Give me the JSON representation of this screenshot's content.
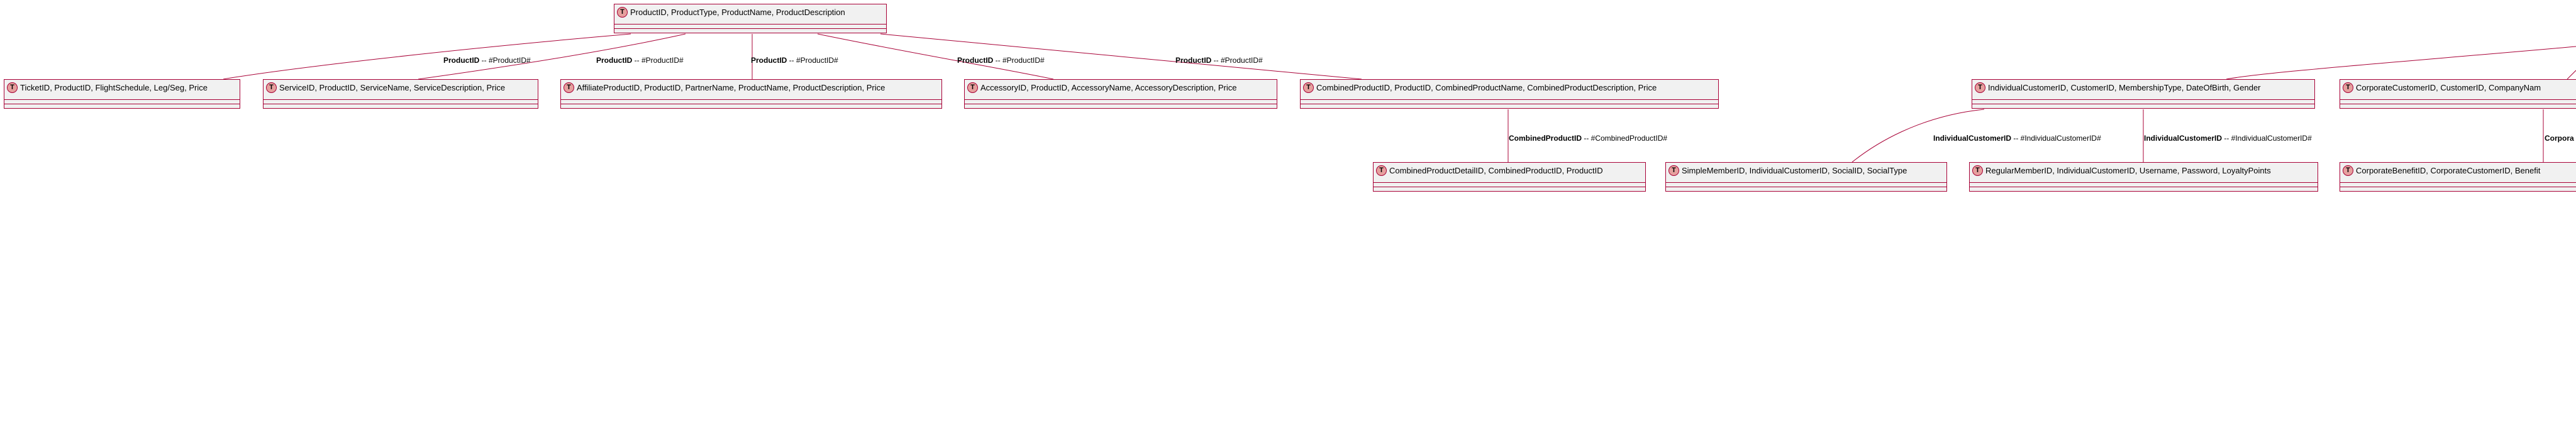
{
  "entities": [
    {
      "id": "product",
      "badge": "T",
      "title": "ProductID, ProductType, ProductName, ProductDescription"
    },
    {
      "id": "ticket",
      "badge": "T",
      "title": "TicketID, ProductID, FlightSchedule, Leg/Seg, Price"
    },
    {
      "id": "service",
      "badge": "T",
      "title": "ServiceID, ProductID, ServiceName, ServiceDescription, Price"
    },
    {
      "id": "affiliate",
      "badge": "T",
      "title": "AffiliateProductID, ProductID, PartnerName, ProductName, ProductDescription, Price"
    },
    {
      "id": "accessory",
      "badge": "T",
      "title": "AccessoryID, ProductID, AccessoryName, AccessoryDescription, Price"
    },
    {
      "id": "combined",
      "badge": "T",
      "title": "CombinedProductID, ProductID, CombinedProductName, CombinedProductDescription, Price"
    },
    {
      "id": "combined-detail",
      "badge": "T",
      "title": "CombinedProductDetailID, CombinedProductID, ProductID"
    },
    {
      "id": "individual",
      "badge": "T",
      "title": "IndividualCustomerID, CustomerID, MembershipType, DateOfBirth, Gender"
    },
    {
      "id": "simple",
      "badge": "T",
      "title": "SimpleMemberID, IndividualCustomerID, SocialID, SocialType"
    },
    {
      "id": "regular",
      "badge": "T",
      "title": "RegularMemberID, IndividualCustomerID, Username, Password, LoyaltyPoints"
    },
    {
      "id": "corporate",
      "badge": "T",
      "title": "CorporateCustomerID, CustomerID, CompanyNam"
    },
    {
      "id": "corp-benefit",
      "badge": "T",
      "title": "CorporateBenefitID, CorporateCustomerID, Benefit"
    }
  ],
  "edges": [
    {
      "bold": "ProductID",
      "rest": " -- #ProductID#"
    },
    {
      "bold": "ProductID",
      "rest": " -- #ProductID#"
    },
    {
      "bold": "ProductID",
      "rest": " -- #ProductID#"
    },
    {
      "bold": "ProductID",
      "rest": " -- #ProductID#"
    },
    {
      "bold": "ProductID",
      "rest": " -- #ProductID#"
    },
    {
      "bold": "CombinedProductID",
      "rest": " -- #CombinedProductID#"
    },
    {
      "bold": "IndividualCustomerID",
      "rest": " -- #IndividualCustomerID#"
    },
    {
      "bold": "IndividualCustomerID",
      "rest": " -- #IndividualCustomerID#"
    },
    {
      "bold": "Corpora",
      "rest": ""
    }
  ],
  "colors": {
    "box_fill": "#f1f1f1",
    "box_border": "#a80036",
    "badge_fill": "#e6a09e",
    "line": "#a80036"
  }
}
